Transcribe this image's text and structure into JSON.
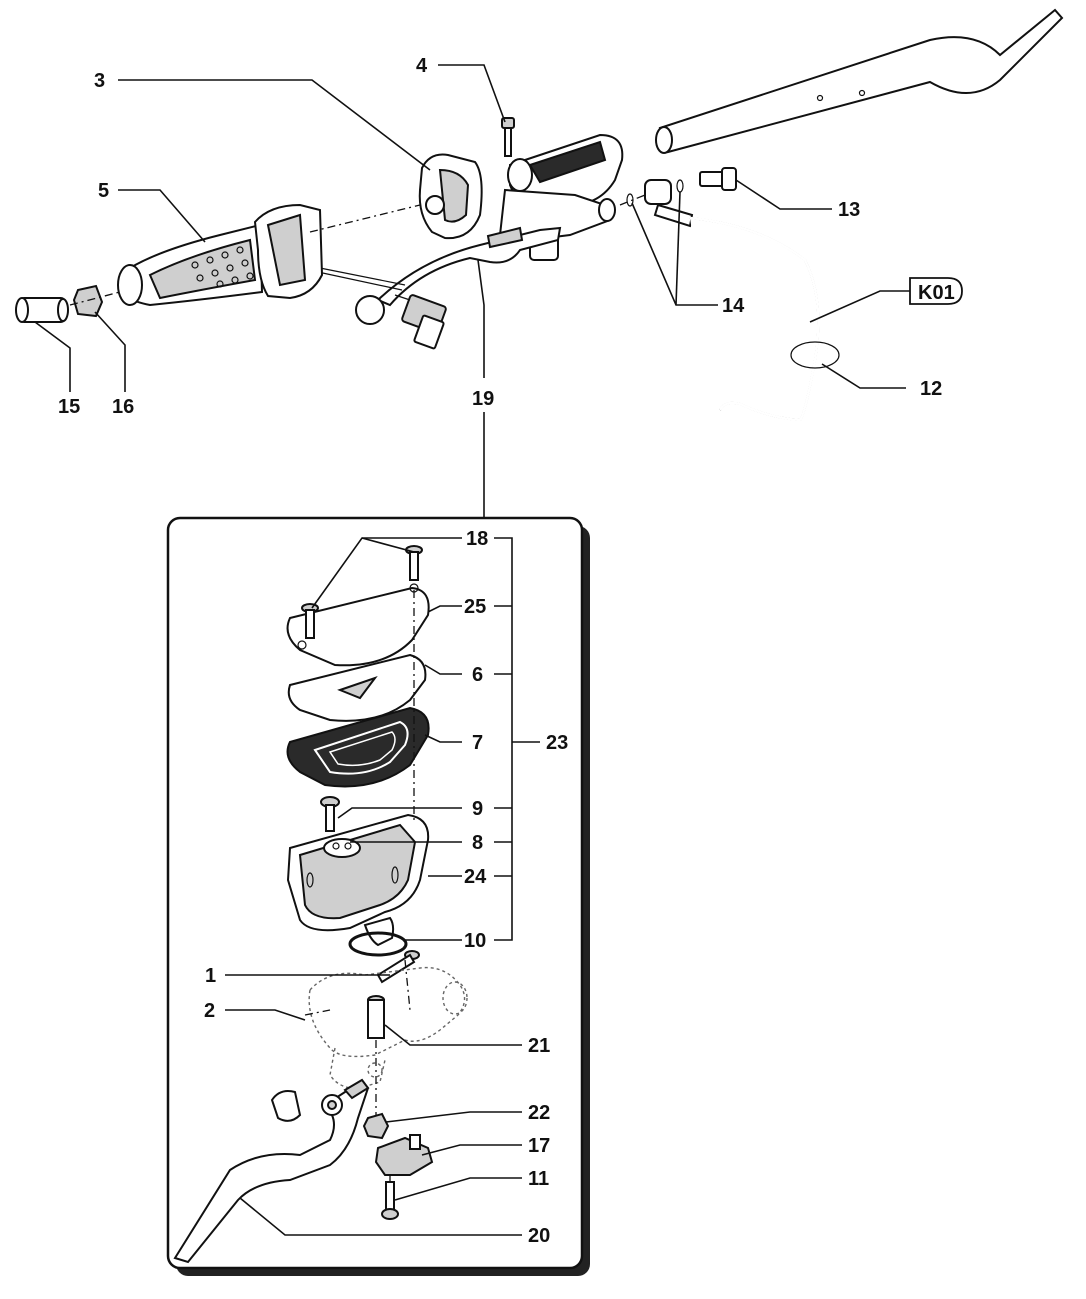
{
  "callouts": {
    "c1": "1",
    "c2": "2",
    "c3": "3",
    "c4": "4",
    "c5": "5",
    "c6": "6",
    "c7": "7",
    "c8": "8",
    "c9": "9",
    "c10": "10",
    "c11": "11",
    "c12": "12",
    "c13": "13",
    "c14": "14",
    "c15": "15",
    "c16": "16",
    "c17": "17",
    "c18": "18",
    "c19": "19",
    "c20": "20",
    "c21": "21",
    "c22": "22",
    "c23": "23",
    "c24": "24",
    "c25": "25"
  },
  "reference_tag": "K01"
}
